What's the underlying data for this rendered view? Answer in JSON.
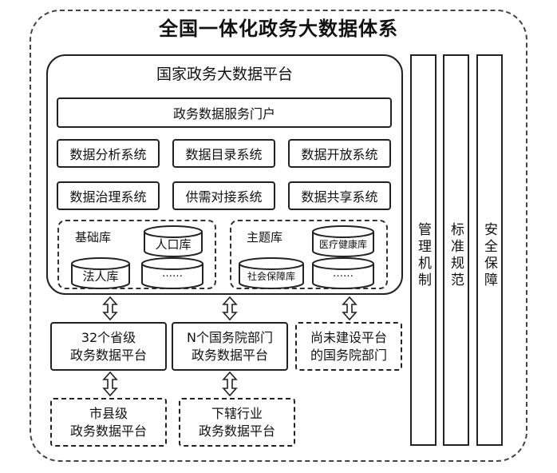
{
  "title": "全国一体化政务大数据体系",
  "national": {
    "title": "国家政务大数据平台",
    "portal": "政务数据服务门户",
    "systems": [
      "数据分析系统",
      "数据目录系统",
      "数据开放系统",
      "数据治理系统",
      "供需对接系统",
      "数据共享系统"
    ],
    "basic": {
      "label": "基础库",
      "dbs": [
        "人口库",
        "法人库",
        "……"
      ]
    },
    "theme": {
      "label": "主题库",
      "dbs": [
        "医疗健康库",
        "社会保障库",
        "……"
      ]
    }
  },
  "columns": [
    "管理机制",
    "标准规范",
    "安全保障"
  ],
  "platforms": {
    "provincial": [
      "32个省级",
      "政务数据平台"
    ],
    "departments": [
      "N个国务院部门",
      "政务数据平台"
    ],
    "unbuilt": [
      "尚未建设平台",
      "的国务院部门"
    ],
    "city": [
      "市县级",
      "政务数据平台"
    ],
    "industry": [
      "下辖行业",
      "政务数据平台"
    ]
  }
}
